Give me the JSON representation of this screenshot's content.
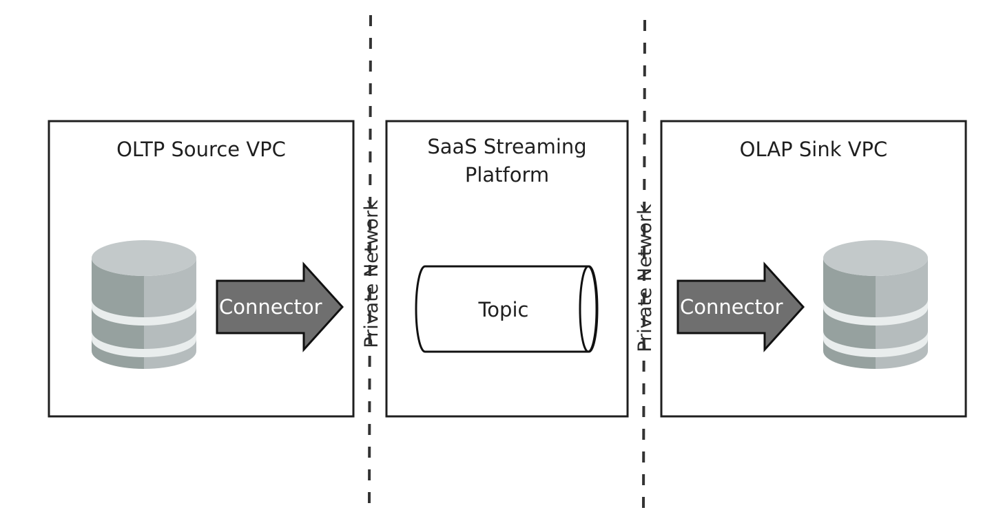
{
  "boxes": {
    "source_title": "OLTP Source VPC",
    "platform_title_line1": "SaaS Streaming",
    "platform_title_line2": "Platform",
    "sink_title": "OLAP Sink VPC"
  },
  "network_labels": {
    "left": "Private Network",
    "right": "Private Network"
  },
  "connectors": {
    "source_label": "Connector",
    "sink_label": "Connector"
  },
  "topic": {
    "label": "Topic"
  },
  "icons": {
    "source_database": "database-icon",
    "sink_database": "database-icon"
  },
  "colors": {
    "arrow_fill": "#6f6f6f",
    "db_light": "#b5bcbd",
    "db_dark": "#96a19f",
    "db_band": "#e9eded"
  }
}
